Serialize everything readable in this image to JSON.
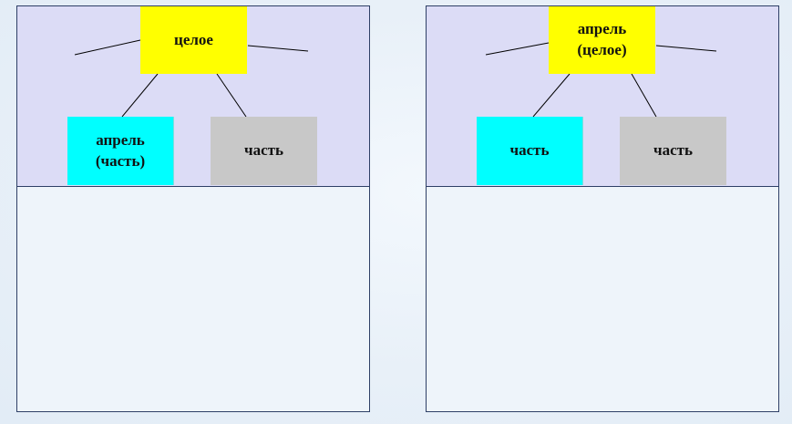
{
  "left_diagram": {
    "whole": "целое",
    "part_left": "апрель\n(часть)",
    "part_right": "часть"
  },
  "right_diagram": {
    "whole": "апрель\n(целое)",
    "part_left": "часть",
    "part_right": "часть"
  },
  "colors": {
    "whole_box": "#ffff00",
    "highlight_part": "#00ffff",
    "plain_part": "#c8c8c8",
    "panel_top": "#dcdcf6",
    "border": "#2e3f66"
  }
}
